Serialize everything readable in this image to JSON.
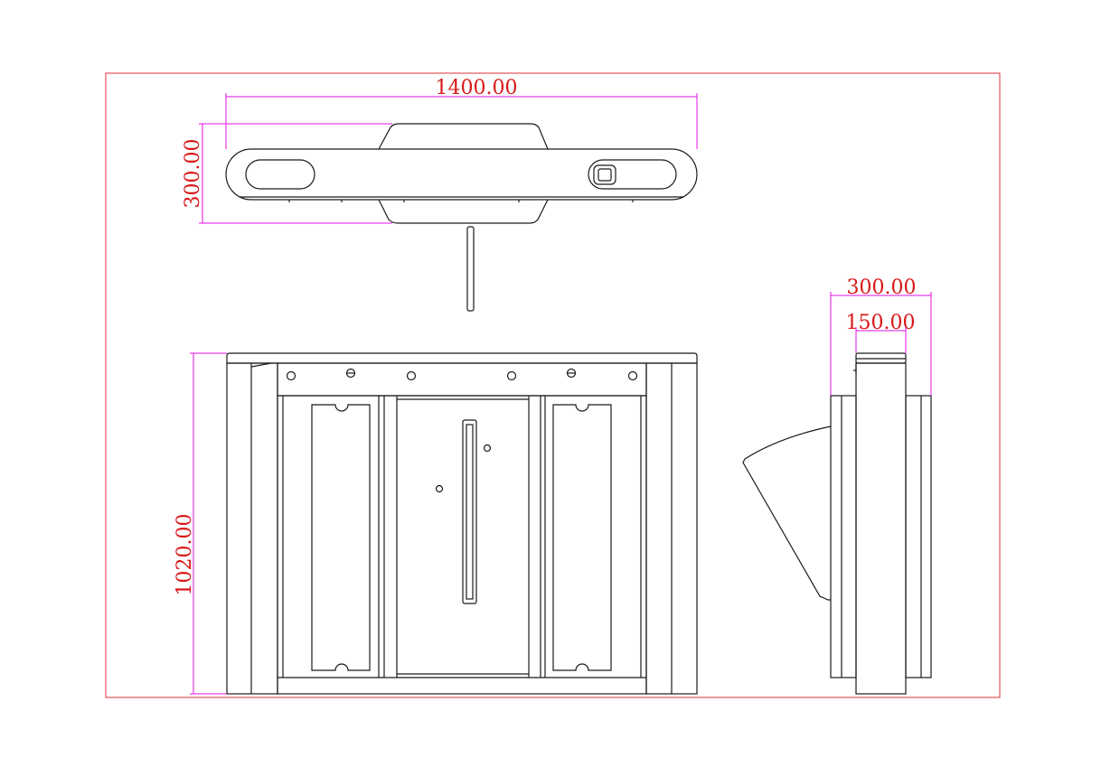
{
  "colors": {
    "frame": "#e0303a",
    "dimension_line": "#e010e0",
    "dimension_text": "#d81818",
    "outline": "#1a1a1a",
    "background": "#ffffff"
  },
  "dimensions": {
    "top_view_width": "1400.00",
    "top_view_depth": "300.00",
    "front_view_height": "1020.00",
    "side_view_width": "300.00",
    "side_view_top_width": "150.00"
  }
}
